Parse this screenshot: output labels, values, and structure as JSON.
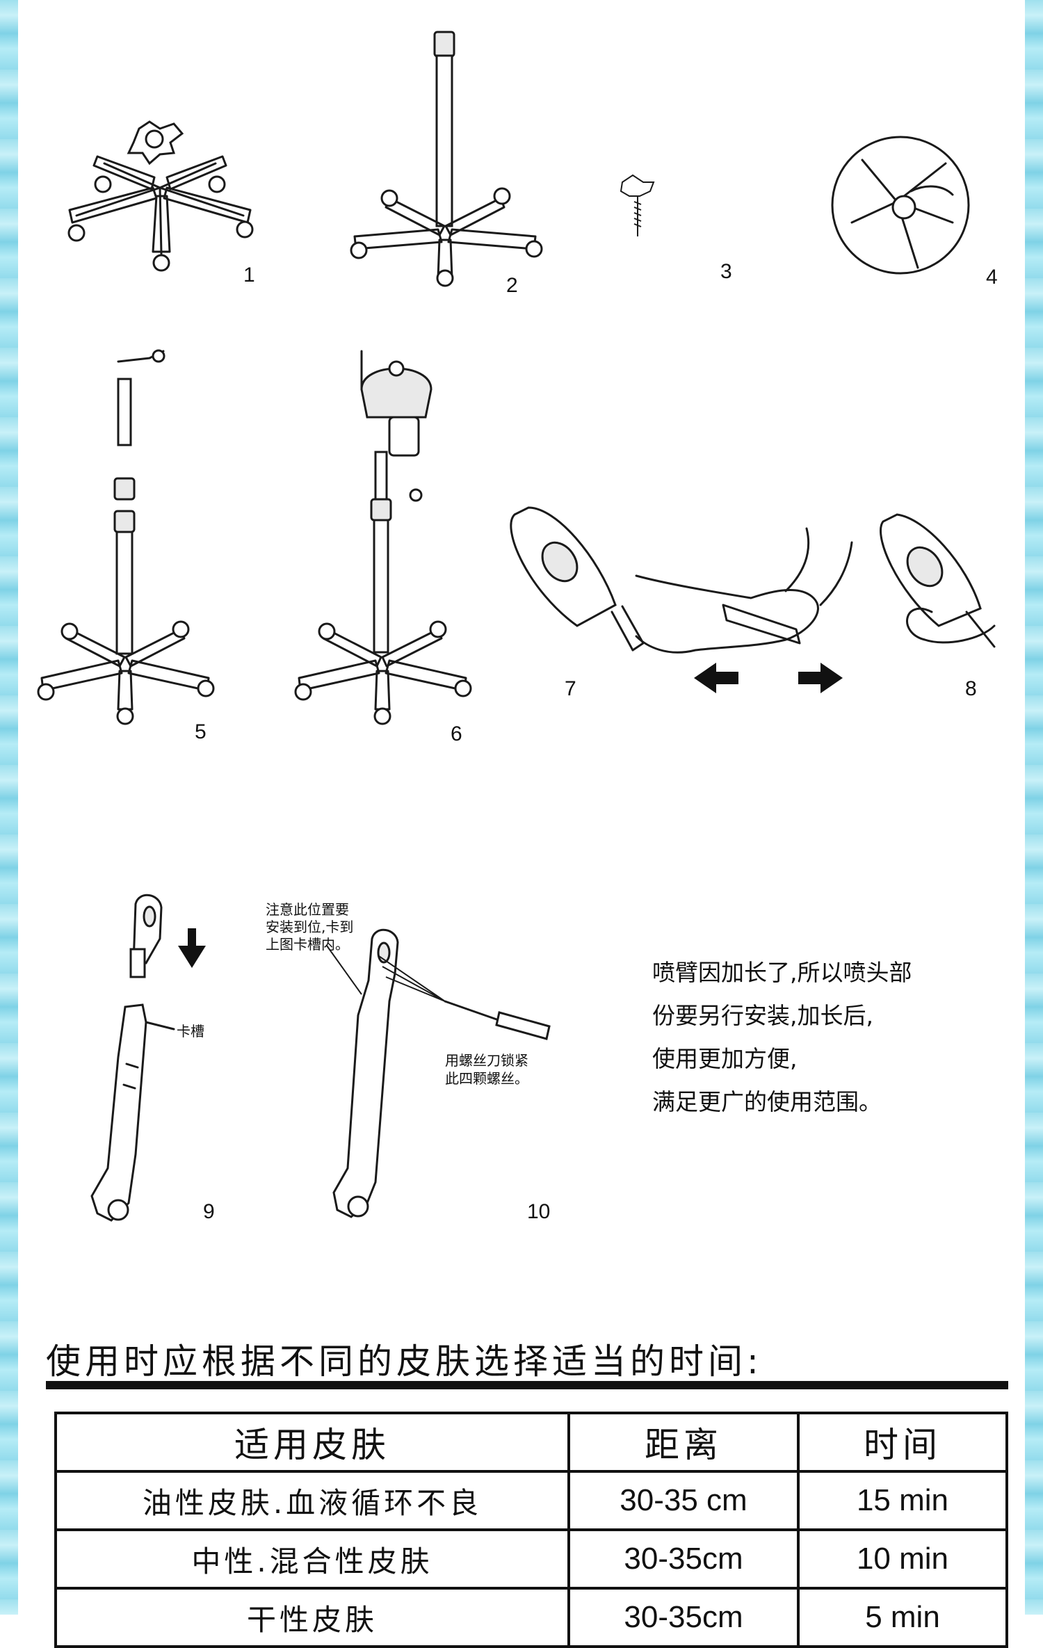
{
  "steps": {
    "s1": "1",
    "s2": "2",
    "s3": "3",
    "s4": "4",
    "s5": "5",
    "s6": "6",
    "s7": "7",
    "s8": "8",
    "s9": "9",
    "s10": "10"
  },
  "notes": {
    "install_line1": "注意此位置要",
    "install_line2": "安装到位,卡到",
    "install_line3": "上图卡槽内。",
    "slot_label": "卡槽",
    "screw_line1": "用螺丝刀锁紧",
    "screw_line2": "此四颗螺丝。"
  },
  "description": {
    "line1": "喷臂因加长了,所以喷头部",
    "line2": "份要另行安装,加长后,",
    "line3": "使用更加方便,",
    "line4": "满足更广的使用范围。"
  },
  "section_title": "使用时应根据不同的皮肤选择适当的时间:",
  "table": {
    "headers": [
      "适用皮肤",
      "距离",
      "时间"
    ],
    "rows": [
      [
        "油性皮肤.血液循环不良",
        "30-35 cm",
        "15 min"
      ],
      [
        "中性.混合性皮肤",
        "30-35cm",
        "10 min"
      ],
      [
        "干性皮肤",
        "30-35cm",
        "5 min"
      ]
    ]
  },
  "colors": {
    "border": "#9fe0ee",
    "text": "#111111",
    "rule": "#111111"
  },
  "icons": [
    "star-base-icon",
    "pole-stand-icon",
    "screw-icon",
    "detail-circle-icon",
    "arrow-left-icon",
    "arrow-right-icon",
    "arrow-down-icon",
    "screwdriver-icon"
  ]
}
